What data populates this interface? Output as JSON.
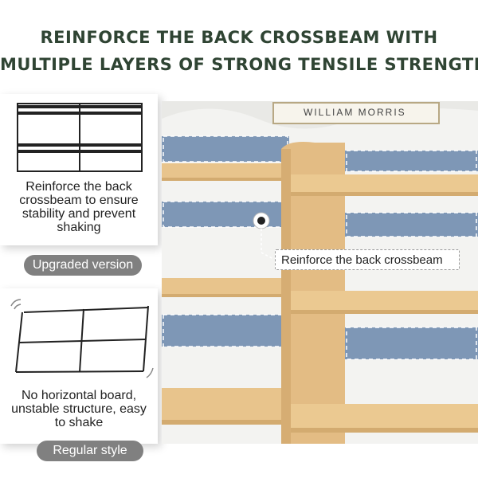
{
  "headline": {
    "line1": "REINFORCE THE BACK CROSSBEAM WITH",
    "line2": "MULTIPLE LAYERS OF STRONG TENSILE STRENGTH"
  },
  "upgraded": {
    "caption": [
      "Reinforce the back",
      "crossbeam to ensure",
      "stability and prevent",
      "shaking"
    ],
    "badge": "Upgraded version"
  },
  "regular": {
    "caption": [
      "No horizontal board,",
      "unstable structure, easy",
      "to shake"
    ],
    "badge": "Regular style"
  },
  "photo": {
    "poster_text": "WILLIAM MORRIS",
    "callout": "Reinforce the back crossbeam",
    "wood_color": "#e8c48c",
    "crossbeam_color": "#7e97b6",
    "wall_color": "#f4f4f2"
  }
}
